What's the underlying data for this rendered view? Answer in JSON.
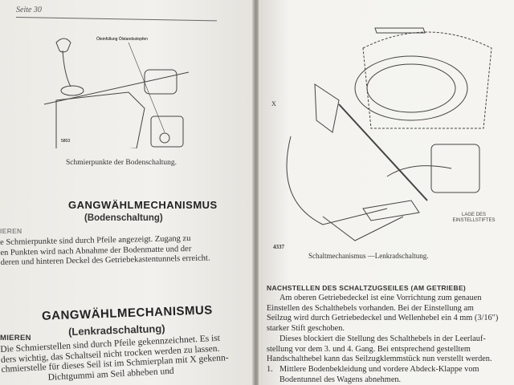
{
  "left_page": {
    "header": "Seite 30",
    "figure": {
      "label": "Öleinfüllung Ölstandsstopfen",
      "number": "5803",
      "caption": "Schmierpunkte der Bodenschaltung."
    },
    "section1": {
      "title": "GANGWÄHLMECHANISMUS",
      "subtitle": "(Bodenschaltung)",
      "subhead": "IEREN",
      "lines": [
        "e Schmierpunkte sind durch Pfeile angezeigt. Zugang zu",
        "en Punkten wird nach Abnahme der Bodenmatte und der",
        "deren und hinteren Deckel des Getriebekastentunnels erreicht."
      ]
    },
    "section2": {
      "title": "GANGWÄHLMECHANISMUS",
      "subtitle": "(Lenkradschaltung)",
      "subhead": "MIEREN",
      "lines": [
        "Die Schmierstellen sind durch Pfeile gekennzeichnet. Es ist",
        "ders wichtig, das Schaltseil nicht trocken werden zu lassen.",
        "chmierstelle für dieses Seil ist im Schmierplan mit X gekenn-",
        "                    Dichtgummi am Seil abheben und"
      ]
    }
  },
  "right_page": {
    "figure": {
      "marker_x": "X",
      "number": "4337",
      "label": "LAGE DES EINSTELLSTIFTES",
      "caption": "Schaltmechanismus —Lenkradschaltung."
    },
    "section": {
      "title": "NACHSTELLEN DES SCHALTZUGSEILES (AM GETRIEBE)",
      "para1": [
        "Am oberen Getriebedeckel ist eine Vorrichtung zum genauen",
        "Einstellen des Schalthebels vorhanden. Bei der Einstellung am",
        "Seilzug wird durch Getriebedeckel und Wellenhebel ein 4 mm (3/16\")",
        "starker Stift geschoben."
      ],
      "para2": [
        "Dieses blockiert die Stellung des Schalthebels in der Leerlauf-",
        "stellung vor dem 3. und 4. Gang. Bei entsprechend gestelltem",
        "Handschalthebel kann das Seilzugklemmstück nun verstellt werden."
      ],
      "list": [
        {
          "num": "1.",
          "lines": [
            "Mittlere Bodenbekleidung und vordere Abdeck-Klappe vom",
            "Bodentunnel des Wagens abnehmen."
          ]
        }
      ]
    }
  }
}
